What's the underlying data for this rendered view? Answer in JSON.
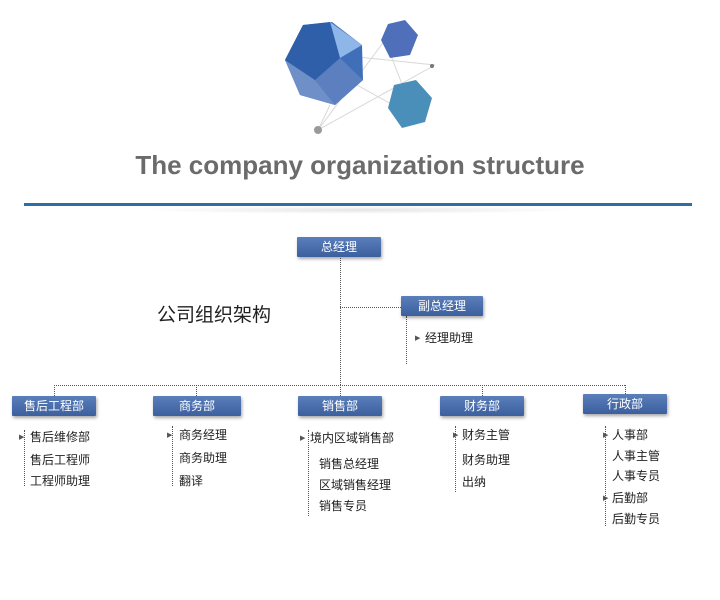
{
  "title": "The company organization structure",
  "subtitle": "公司组织架构",
  "top": {
    "label": "总经理"
  },
  "deputy": {
    "label": "副总经理",
    "items": [
      "经理助理"
    ]
  },
  "departments": [
    {
      "label": "售后工程部",
      "items": [
        "售后维修部",
        "售后工程师",
        "工程师助理"
      ]
    },
    {
      "label": "商务部",
      "items": [
        "商务经理",
        "商务助理",
        "翻译"
      ]
    },
    {
      "label": "销售部",
      "items": [
        "境内区域销售部",
        "销售总经理",
        "区域销售经理",
        "销售专员"
      ]
    },
    {
      "label": "财务部",
      "items": [
        "财务主管",
        "财务助理",
        "出纳"
      ]
    },
    {
      "label": "行政部",
      "items": [
        "人事部",
        "人事主管",
        "人事专员",
        "后勤部",
        "后勤专员"
      ]
    }
  ],
  "colors": {
    "box": "#4a6fae",
    "rule": "#2f6ea3",
    "title": "#6b6b6b"
  }
}
